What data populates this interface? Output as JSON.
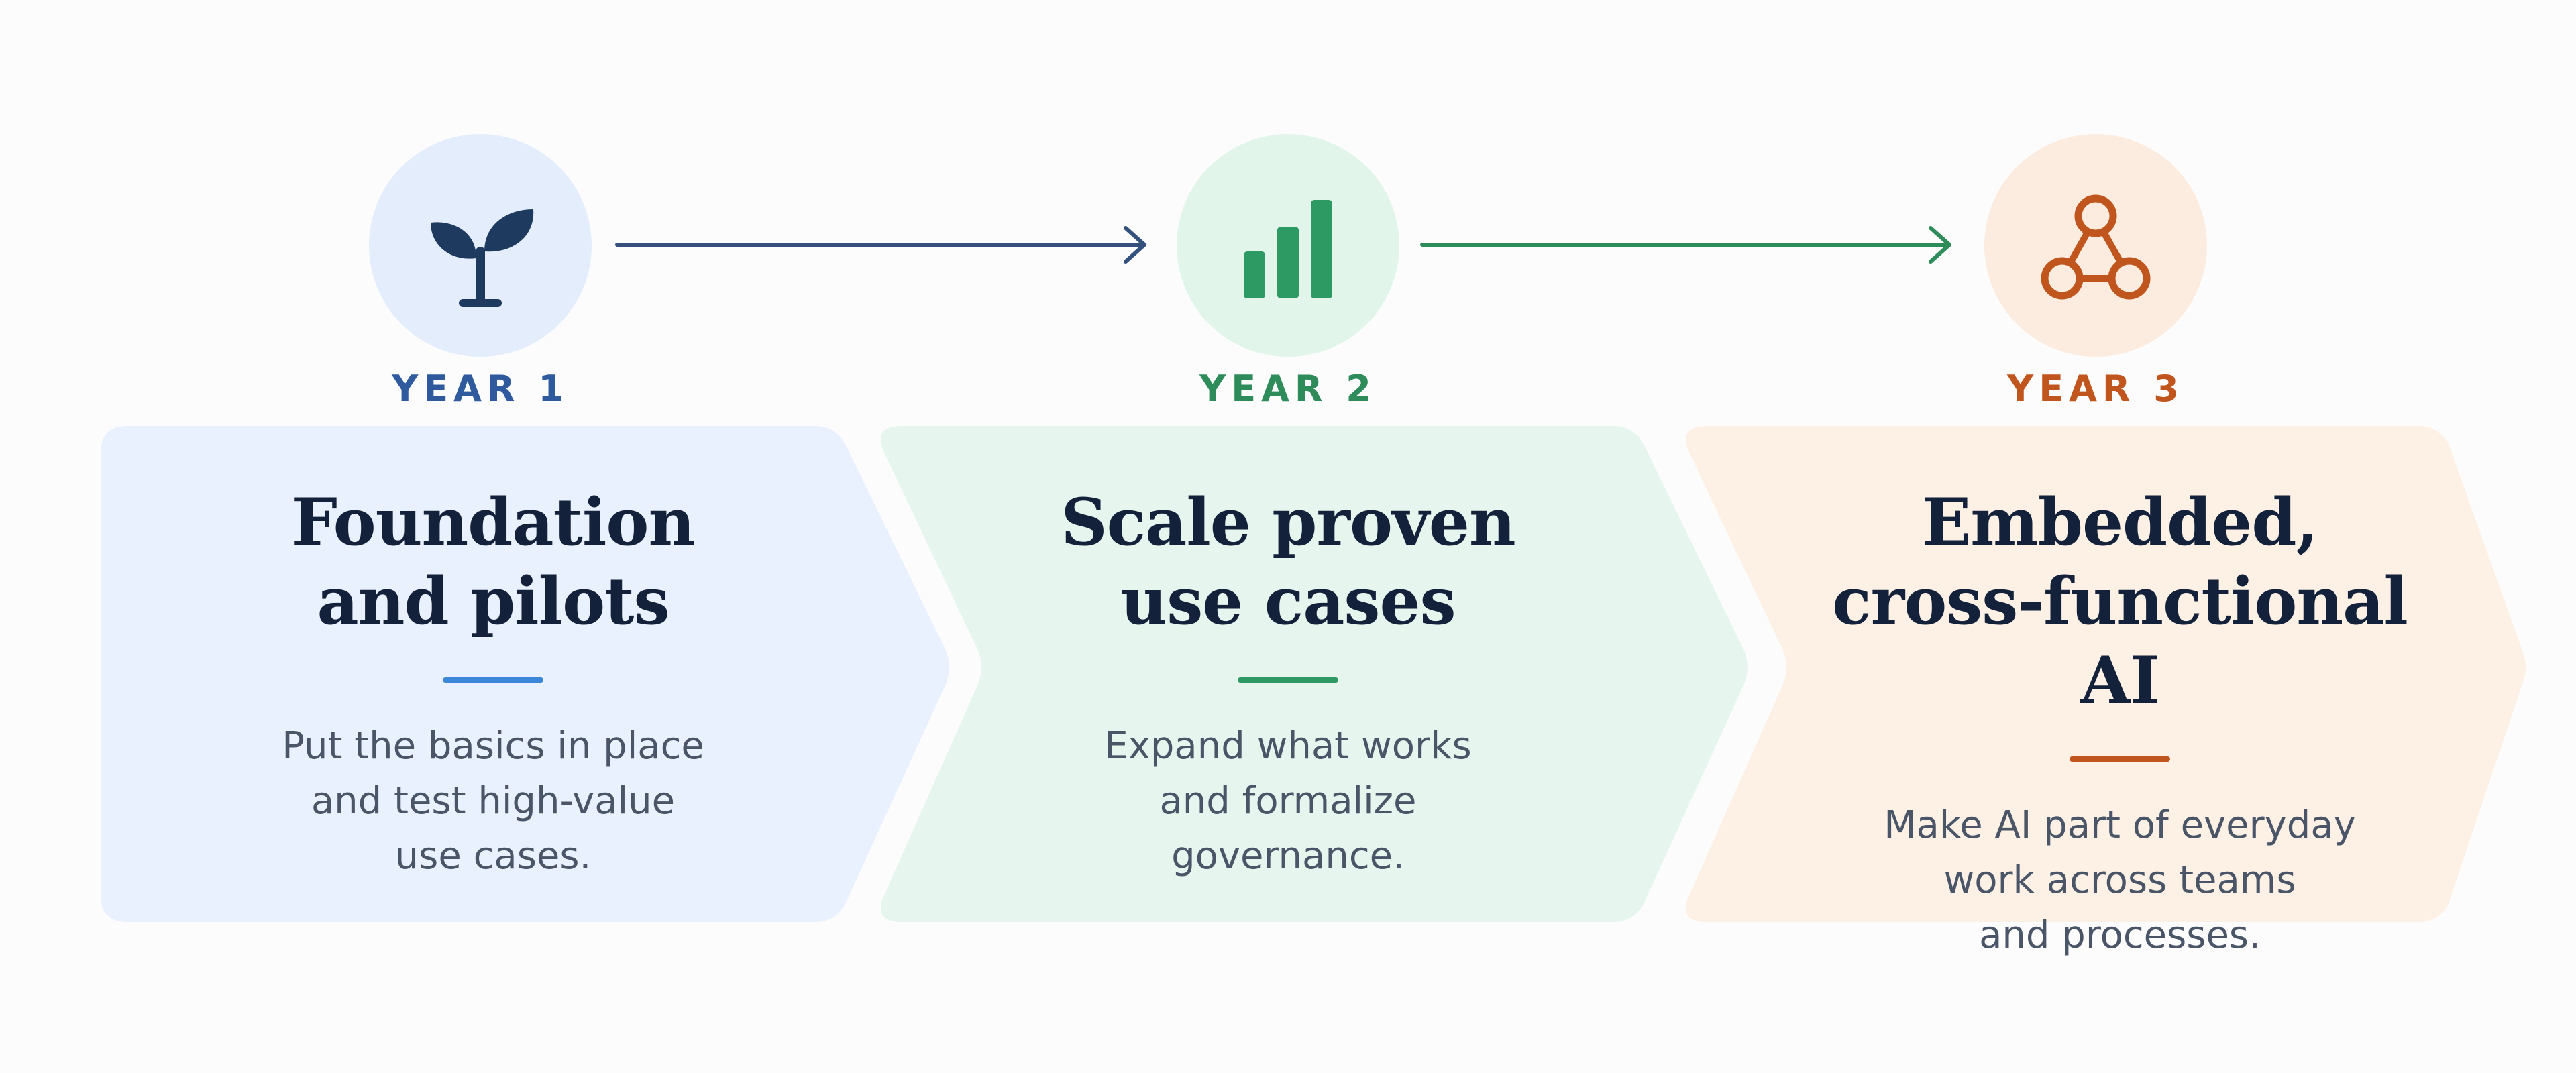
{
  "stages": [
    {
      "year": "YEAR 1",
      "title_lines": [
        "Foundation",
        "and pilots"
      ],
      "desc_lines": [
        "Put the basics in place",
        "and test high-value",
        "use cases."
      ],
      "icon": "sprout-icon",
      "accent": "#2f5a9e",
      "icon_color": "#1e3a5f",
      "underline_color": "#3b86d6",
      "panel_color": "#e8f1fd",
      "circle_color": "#e3edfb"
    },
    {
      "year": "YEAR 2",
      "title_lines": [
        "Scale proven",
        "use cases"
      ],
      "desc_lines": [
        "Expand what works",
        "and formalize",
        "governance."
      ],
      "icon": "bar-chart-icon",
      "accent": "#2e8b5a",
      "icon_color": "#2e9a63",
      "underline_color": "#2e9a63",
      "panel_color": "#e6f6ee",
      "circle_color": "#e2f5ea"
    },
    {
      "year": "YEAR 3",
      "title_lines": [
        "Embedded,",
        "cross-functional AI"
      ],
      "desc_lines": [
        "Make AI part of everyday",
        "work across teams",
        "and processes."
      ],
      "icon": "network-nodes-icon",
      "accent": "#c0561d",
      "icon_color": "#c0561d",
      "underline_color": "#c0561d",
      "panel_color": "#fdf1e6",
      "circle_color": "#fcecdf"
    }
  ],
  "connectors": [
    {
      "from": "YEAR 1",
      "to": "YEAR 2",
      "color": "#34507d"
    },
    {
      "from": "YEAR 2",
      "to": "YEAR 3",
      "color": "#2e8b5a"
    }
  ]
}
